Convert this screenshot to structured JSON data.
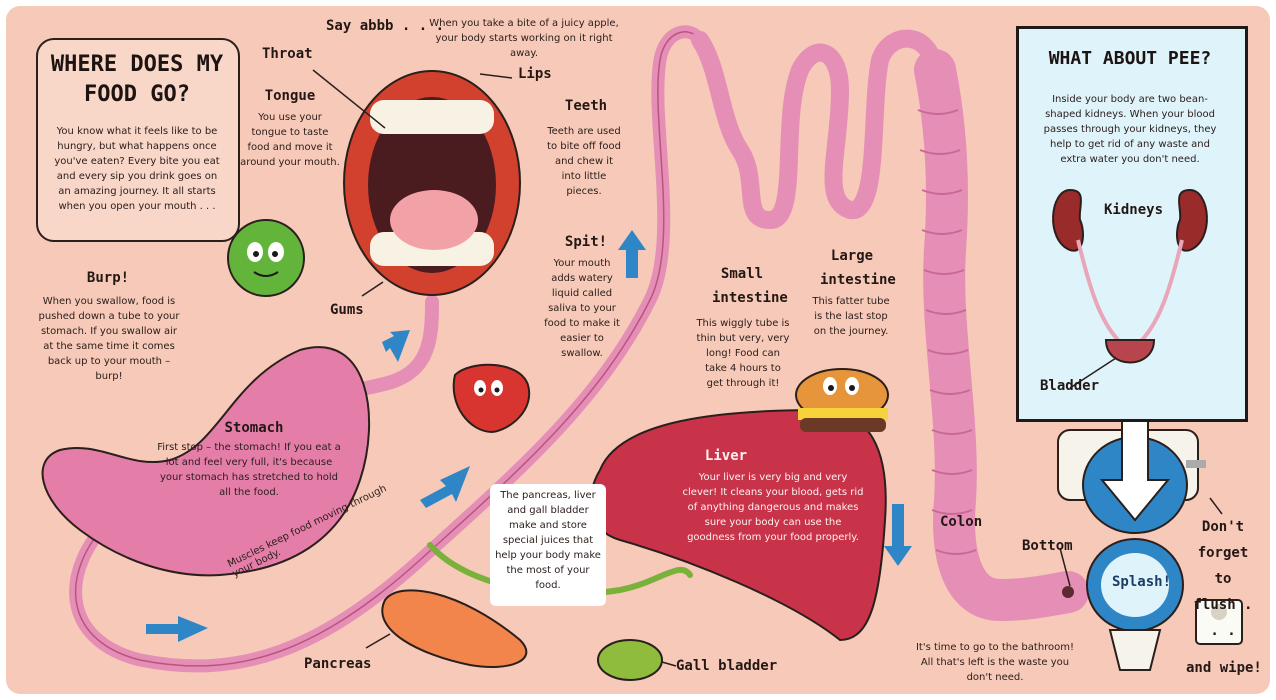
{
  "title": "WHERE DOES MY FOOD GO?",
  "intro": "You know what it feels like to be hungry, but what happens once you've eaten? Every bite you eat and every sip you drink goes on an amazing journey. It all starts when you open your mouth . . .",
  "say_abbb": "Say abbb . . .",
  "apple_caption": "When you take a bite of a juicy apple, your body starts working on it right away.",
  "labels": {
    "throat": "Throat",
    "lips": "Lips",
    "gums": "Gums",
    "colon": "Colon",
    "bottom": "Bottom",
    "pancreas": "Pancreas",
    "gall_bladder": "Gall bladder",
    "kidneys": "Kidneys",
    "bladder": "Bladder",
    "splash": "Splash!"
  },
  "tongue": {
    "title": "Tongue",
    "text": "You use your tongue to taste food and move it around your mouth."
  },
  "teeth": {
    "title": "Teeth",
    "text": "Teeth are used to bite off food and chew it into little pieces."
  },
  "spit": {
    "title": "Spit!",
    "text": "Your mouth adds watery liquid called saliva to your food to make it easier to swallow."
  },
  "burp": {
    "title": "Burp!",
    "text": "When you swallow, food is pushed down a tube to your stomach. If you swallow air at the same time it comes back up to your mouth – burp!"
  },
  "stomach": {
    "title": "Stomach",
    "text": "First stop – the stomach! If you eat a lot and feel very full, it's because your stomach has stretched to hold all the food."
  },
  "muscles": "Muscles keep food moving through your body.",
  "pancreas_box": "The pancreas, liver and gall bladder make and store special juices that help your body make the most of your food.",
  "liver": {
    "title": "Liver",
    "text": "Your liver is very big and very clever! It cleans your blood, gets rid of anything dangerous and makes sure your body can use the goodness from your food properly."
  },
  "small_intestine": {
    "title": "Small intestine",
    "text": "This wiggly tube is thin but very, very long! Food can take 4 hours to get through it!"
  },
  "large_intestine": {
    "title": "Large intestine",
    "text": "This fatter tube is the last stop on the journey."
  },
  "bathroom": "It's time to go to the bathroom! All that's left is the waste you don't need.",
  "pee": {
    "title": "WHAT ABOUT PEE?",
    "text": "Inside your body are two bean-shaped kidneys. When your blood passes through your kidneys, they help to get rid of any waste and extra water you don't need."
  },
  "flush": "Don't forget to flush . . .",
  "wipe": "and wipe!",
  "colors": {
    "background": "#f6c9b8",
    "tube": "#e58fb6",
    "stomach": "#e47ea9",
    "liver": "#c8334a",
    "arrow": "#2f86c7",
    "pee_panel": "#dff3fb"
  }
}
